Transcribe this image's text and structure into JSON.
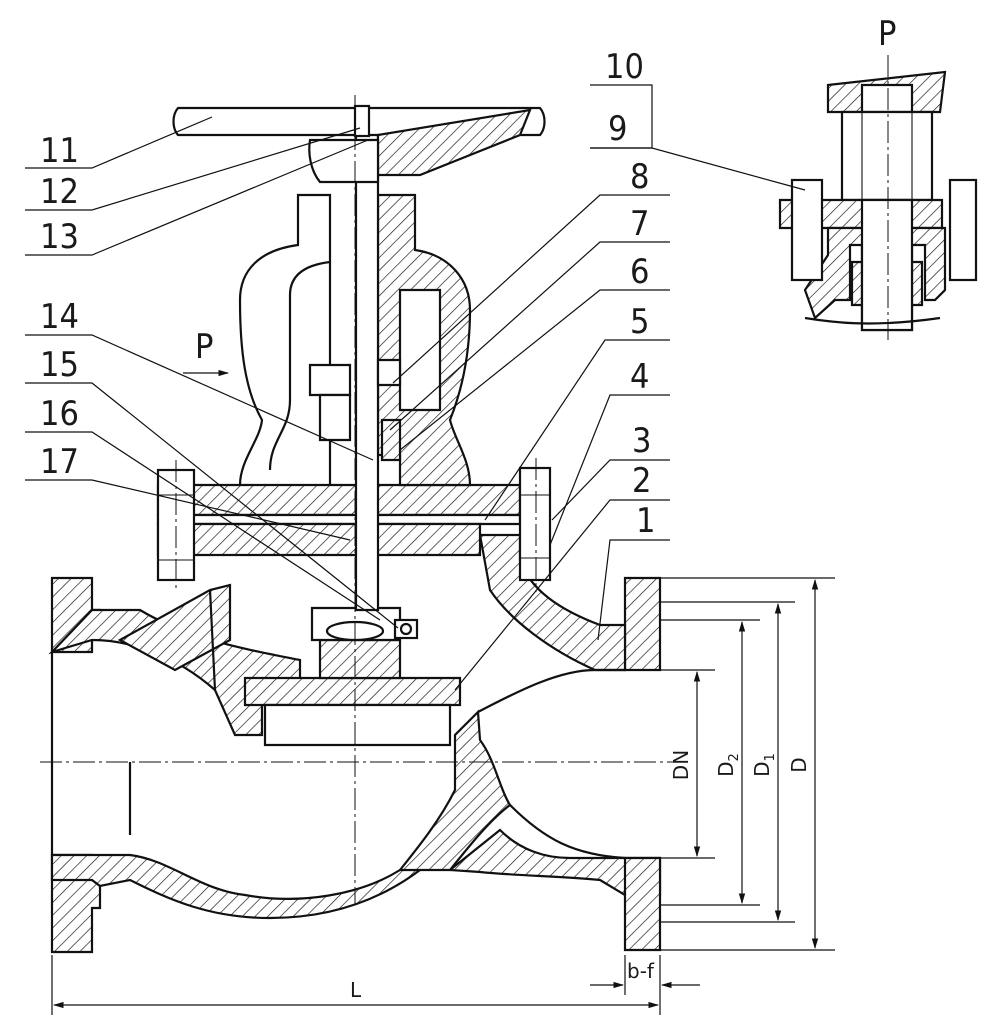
{
  "drawing": {
    "part_numbers": [
      "1",
      "2",
      "3",
      "4",
      "5",
      "6",
      "7",
      "8",
      "9",
      "10",
      "11",
      "12",
      "13",
      "14",
      "15",
      "16",
      "17"
    ],
    "flow_label_main": "P",
    "flow_label_detail": "P",
    "dimensions": {
      "dn": "DN",
      "d2": "D",
      "d2_sub": "2",
      "d1": "D",
      "d1_sub": "1",
      "d": "D",
      "bf": "b-f",
      "length": "L"
    }
  }
}
